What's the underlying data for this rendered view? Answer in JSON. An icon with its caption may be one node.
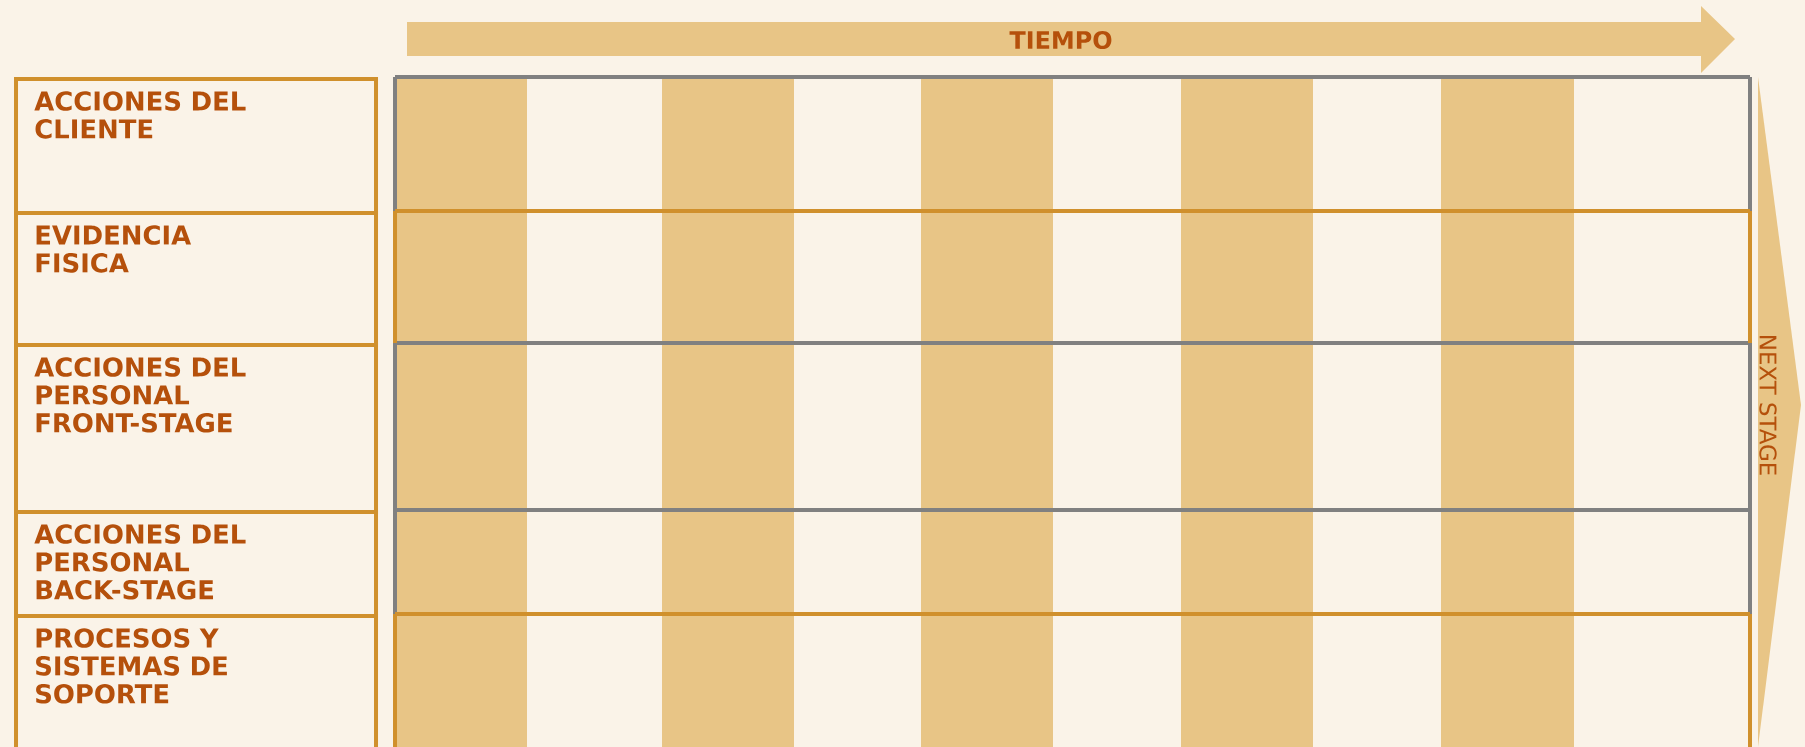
{
  "diagram": {
    "nodes": [
      {
        "text": [
          "ACCIONES DEL CLIENTE"
        ]
      },
      {
        "text": [
          "EVIDENCIA FISICA"
        ]
      },
      {
        "text": [
          "ACCIONES DEL PERSONAL FRONT-STAGE"
        ]
      },
      {
        "text": [
          "ACCIONES DEL PERSONAL BACK-STAGE"
        ]
      },
      {
        "text": [
          "PROCESOS Y SISTEMAS DE SOPORTE"
        ]
      },
      {
        "text": [
          "TIEMPO"
        ]
      },
      {
        "text": [
          "NEXT STAGE"
        ]
      }
    ]
  }
}
